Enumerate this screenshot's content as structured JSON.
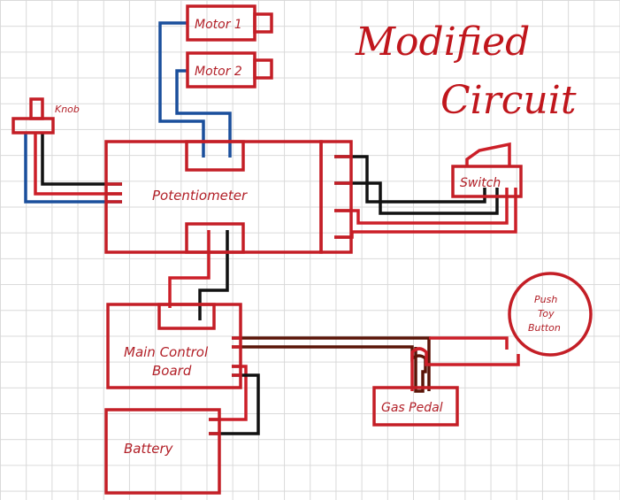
{
  "title": {
    "line1": "Modified",
    "line2": "Circuit"
  },
  "components": {
    "motor1": "Motor 1",
    "motor2": "Motor 2",
    "knob": "Knob",
    "potentiometer": "Potentiometer",
    "switch": "Switch",
    "push_toy_button": {
      "line1": "Push",
      "line2": "Toy",
      "line3": "Button"
    },
    "main_control_board": {
      "line1": "Main Control",
      "line2": "Board"
    },
    "gas_pedal": "Gas Pedal",
    "battery": "Battery"
  },
  "colors": {
    "component_outline": "#c41e26",
    "wire_red": "#cc1f28",
    "wire_blue": "#1a4f9c",
    "wire_black": "#111111",
    "wire_brown": "#5a1508",
    "title": "#c0161c",
    "grid": "#d9d9d9"
  }
}
